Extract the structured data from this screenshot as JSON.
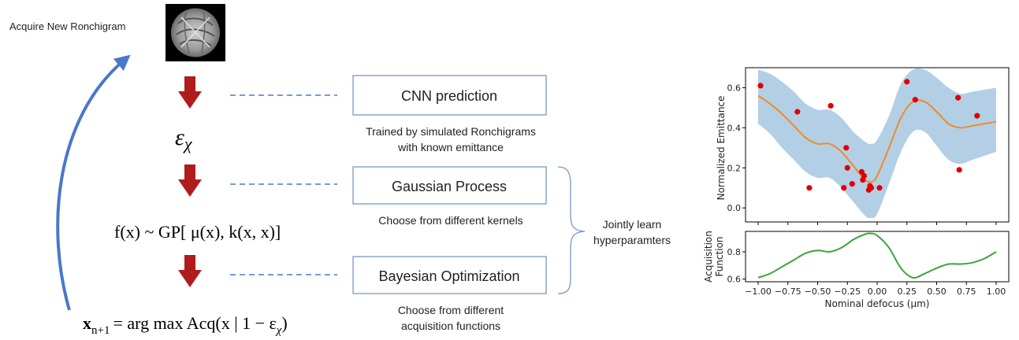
{
  "left": {
    "acquire_label": "Acquire New Ronchigram",
    "epsilon": "ε",
    "epsilon_sub": "χ",
    "gp_formula": "f(x) ~ GP[ μ(x), k(x, x)]",
    "acq_formula_lhs": "x",
    "acq_formula_sub": "n+1",
    "acq_formula_rhs": "= arg max Acq(x | 1 − ε",
    "acq_formula_sub2": "χ",
    "acq_formula_end": ")"
  },
  "boxes": {
    "cnn": "CNN prediction",
    "gp": "Gaussian Process",
    "bo": "Bayesian Optimization"
  },
  "notes": {
    "cnn_line1": "Trained by simulated Ronchigrams",
    "cnn_line2": "with known emittance",
    "gp_line1": "Choose from different kernels",
    "bo_line1": "Choose from different",
    "bo_line2": "acquisition functions",
    "joint_line1": "Jointly learn",
    "joint_line2": "hyperparamters"
  },
  "colors": {
    "arrow_red": "#b01c1c",
    "loop_blue": "#4a78c8",
    "box_border": "#7b96c2",
    "band": "#b3cfe6",
    "mean": "#f08a24",
    "points": "#e00000",
    "acq": "#3aa53a"
  },
  "chart_data": [
    {
      "type": "line",
      "ylabel": "Normalized Emittance",
      "xlim": [
        -1.0,
        1.0
      ],
      "ylim": [
        -0.07,
        0.7
      ],
      "yticks": [
        "0.0",
        "0.2",
        "0.4",
        "0.6"
      ],
      "yticks_values": [
        0.0,
        0.2,
        0.4,
        0.6
      ],
      "series": [
        {
          "kind": "mean",
          "x": [
            -1.0,
            -0.9,
            -0.8,
            -0.7,
            -0.6,
            -0.5,
            -0.4,
            -0.3,
            -0.2,
            -0.1,
            -0.05,
            0.0,
            0.1,
            0.2,
            0.3,
            0.4,
            0.5,
            0.6,
            0.7,
            0.8,
            0.9,
            1.0
          ],
          "y": [
            0.56,
            0.52,
            0.47,
            0.41,
            0.35,
            0.32,
            0.32,
            0.28,
            0.21,
            0.14,
            0.13,
            0.16,
            0.3,
            0.45,
            0.53,
            0.53,
            0.48,
            0.42,
            0.4,
            0.41,
            0.42,
            0.43
          ]
        },
        {
          "kind": "band_upper",
          "x": [
            -1.0,
            -0.9,
            -0.8,
            -0.7,
            -0.6,
            -0.5,
            -0.4,
            -0.3,
            -0.2,
            -0.1,
            -0.05,
            0.0,
            0.1,
            0.2,
            0.3,
            0.4,
            0.5,
            0.6,
            0.7,
            0.8,
            0.9,
            1.0
          ],
          "y": [
            0.69,
            0.67,
            0.63,
            0.58,
            0.52,
            0.49,
            0.49,
            0.45,
            0.38,
            0.33,
            0.32,
            0.34,
            0.46,
            0.62,
            0.69,
            0.69,
            0.65,
            0.6,
            0.57,
            0.58,
            0.59,
            0.6
          ]
        },
        {
          "kind": "band_lower",
          "x": [
            -1.0,
            -0.9,
            -0.8,
            -0.7,
            -0.6,
            -0.5,
            -0.4,
            -0.3,
            -0.2,
            -0.1,
            -0.05,
            0.0,
            0.1,
            0.2,
            0.3,
            0.4,
            0.5,
            0.6,
            0.7,
            0.8,
            0.9,
            1.0
          ],
          "y": [
            0.42,
            0.37,
            0.3,
            0.24,
            0.18,
            0.15,
            0.15,
            0.1,
            0.03,
            -0.04,
            -0.05,
            -0.03,
            0.12,
            0.28,
            0.38,
            0.38,
            0.31,
            0.24,
            0.22,
            0.24,
            0.26,
            0.28
          ]
        },
        {
          "kind": "points",
          "x": [
            -0.98,
            -0.67,
            -0.57,
            -0.39,
            -0.28,
            -0.26,
            -0.25,
            -0.21,
            -0.13,
            -0.12,
            -0.11,
            -0.07,
            -0.06,
            -0.05,
            0.02,
            0.25,
            0.32,
            0.68,
            0.69,
            0.84
          ],
          "y": [
            0.61,
            0.48,
            0.1,
            0.51,
            0.1,
            0.3,
            0.2,
            0.12,
            0.18,
            0.14,
            0.16,
            0.09,
            0.11,
            0.1,
            0.1,
            0.63,
            0.54,
            0.55,
            0.19,
            0.46
          ]
        }
      ]
    },
    {
      "type": "line",
      "xlabel": "Nominal defocus (μm)",
      "ylabel_line1": "Acquisition",
      "ylabel_line2": "Function",
      "xlim": [
        -1.0,
        1.0
      ],
      "ylim": [
        0.58,
        0.95
      ],
      "xticks": [
        "−1.00",
        "−0.75",
        "−0.50",
        "−0.25",
        "0.00",
        "0.25",
        "0.50",
        "0.75",
        "1.00"
      ],
      "xticks_values": [
        -1.0,
        -0.75,
        -0.5,
        -0.25,
        0.0,
        0.25,
        0.5,
        0.75,
        1.0
      ],
      "yticks": [
        "0.6",
        "0.8"
      ],
      "yticks_values": [
        0.6,
        0.8
      ],
      "series": [
        {
          "kind": "acquisition",
          "x": [
            -1.0,
            -0.9,
            -0.8,
            -0.7,
            -0.6,
            -0.5,
            -0.4,
            -0.3,
            -0.2,
            -0.1,
            -0.05,
            0.0,
            0.1,
            0.2,
            0.3,
            0.4,
            0.5,
            0.6,
            0.7,
            0.8,
            0.9,
            1.0
          ],
          "y": [
            0.61,
            0.64,
            0.69,
            0.74,
            0.79,
            0.81,
            0.8,
            0.83,
            0.89,
            0.93,
            0.935,
            0.92,
            0.83,
            0.68,
            0.61,
            0.64,
            0.68,
            0.71,
            0.71,
            0.72,
            0.75,
            0.8
          ]
        }
      ]
    }
  ]
}
